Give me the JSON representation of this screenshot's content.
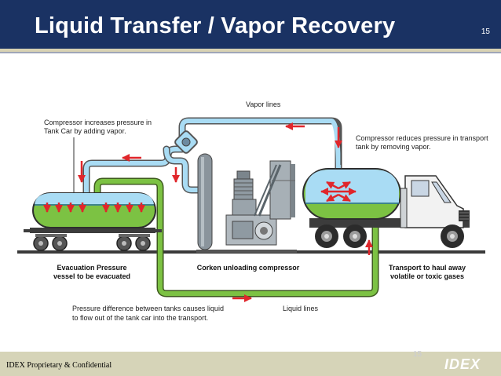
{
  "header": {
    "title": "Liquid Transfer / Vapor Recovery",
    "slide_number": "15"
  },
  "labels": {
    "vapor_lines": "Vapor lines",
    "compressor_increases_1": "Compressor increases pressure in",
    "compressor_increases_2": "Tank Car by adding vapor.",
    "compressor_reduces_1": "Compressor reduces pressure in transport",
    "compressor_reduces_2": "tank by removing vapor.",
    "evacuation_1": "Evacuation Pressure",
    "evacuation_2": "vessel to be evacuated",
    "corken": "Corken unloading compressor",
    "transport_1": "Transport to haul away",
    "transport_2": "volatile or toxic gases",
    "pressure_diff_1": "Pressure difference between tanks causes liquid",
    "pressure_diff_2": "to flow out of the tank car into the transport.",
    "liquid_lines": "Liquid lines"
  },
  "footer": {
    "confidential": "IDEX Proprietary & Confidential",
    "faint_page": "15",
    "logo": "IDEX"
  },
  "colors": {
    "navy": "#1a3263",
    "vapor": "#a9dcf4",
    "liquid": "#7cc243",
    "arrow": "#e0262b",
    "footer": "#d6d4b8"
  }
}
